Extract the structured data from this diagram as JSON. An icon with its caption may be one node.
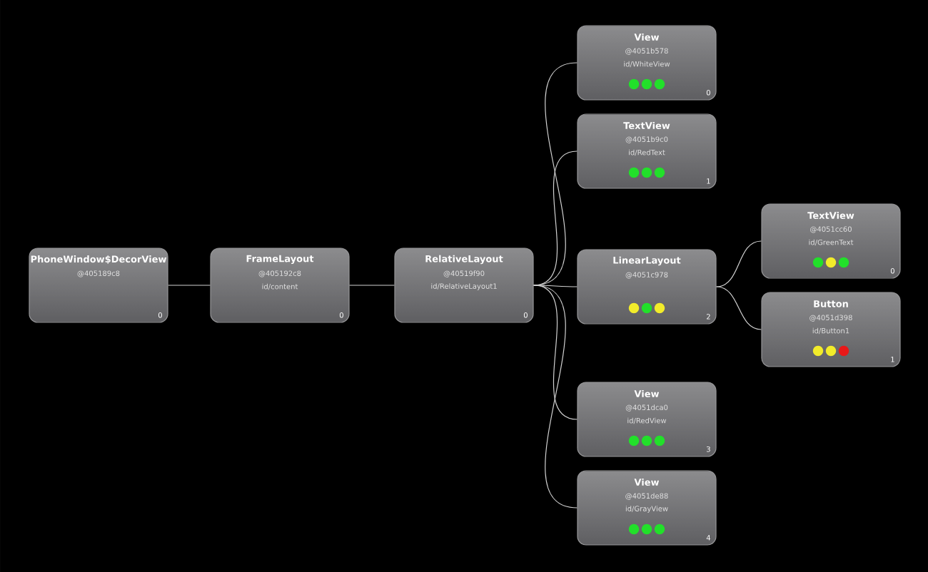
{
  "diagram": {
    "nodes": [
      {
        "text": [
          "PhoneWindow$DecorView",
          "@405189c8",
          "0"
        ]
      },
      {
        "text": [
          "FrameLayout",
          "@405192c8",
          "id/content",
          "0"
        ]
      },
      {
        "text": [
          "RelativeLayout",
          "@40519f90",
          "id/RelativeLayout1",
          "0"
        ]
      },
      {
        "text": [
          "View",
          "@4051b578",
          "id/WhiteView",
          "0"
        ]
      },
      {
        "text": [
          "TextView",
          "@4051b9c0",
          "id/RedText",
          "1"
        ]
      },
      {
        "text": [
          "LinearLayout",
          "@4051c978",
          "2"
        ]
      },
      {
        "text": [
          "TextView",
          "@4051cc60",
          "id/GreenText",
          "0"
        ]
      },
      {
        "text": [
          "Button",
          "@4051d398",
          "id/Button1",
          "1"
        ]
      },
      {
        "text": [
          "View",
          "@4051dca0",
          "id/RedView",
          "3"
        ]
      },
      {
        "text": [
          "View",
          "@4051de88",
          "id/GrayView",
          "4"
        ]
      }
    ],
    "edges": [
      {
        "from": 0,
        "to": 1,
        "arrow": "none"
      },
      {
        "from": 1,
        "to": 2,
        "arrow": "none"
      },
      {
        "from": 2,
        "to": 3,
        "arrow": "none"
      },
      {
        "from": 2,
        "to": 4,
        "arrow": "none"
      },
      {
        "from": 2,
        "to": 5,
        "arrow": "none"
      },
      {
        "from": 2,
        "to": 8,
        "arrow": "none"
      },
      {
        "from": 2,
        "to": 9,
        "arrow": "none"
      },
      {
        "from": 5,
        "to": 6,
        "arrow": "none"
      },
      {
        "from": 5,
        "to": 7,
        "arrow": "none"
      }
    ]
  }
}
